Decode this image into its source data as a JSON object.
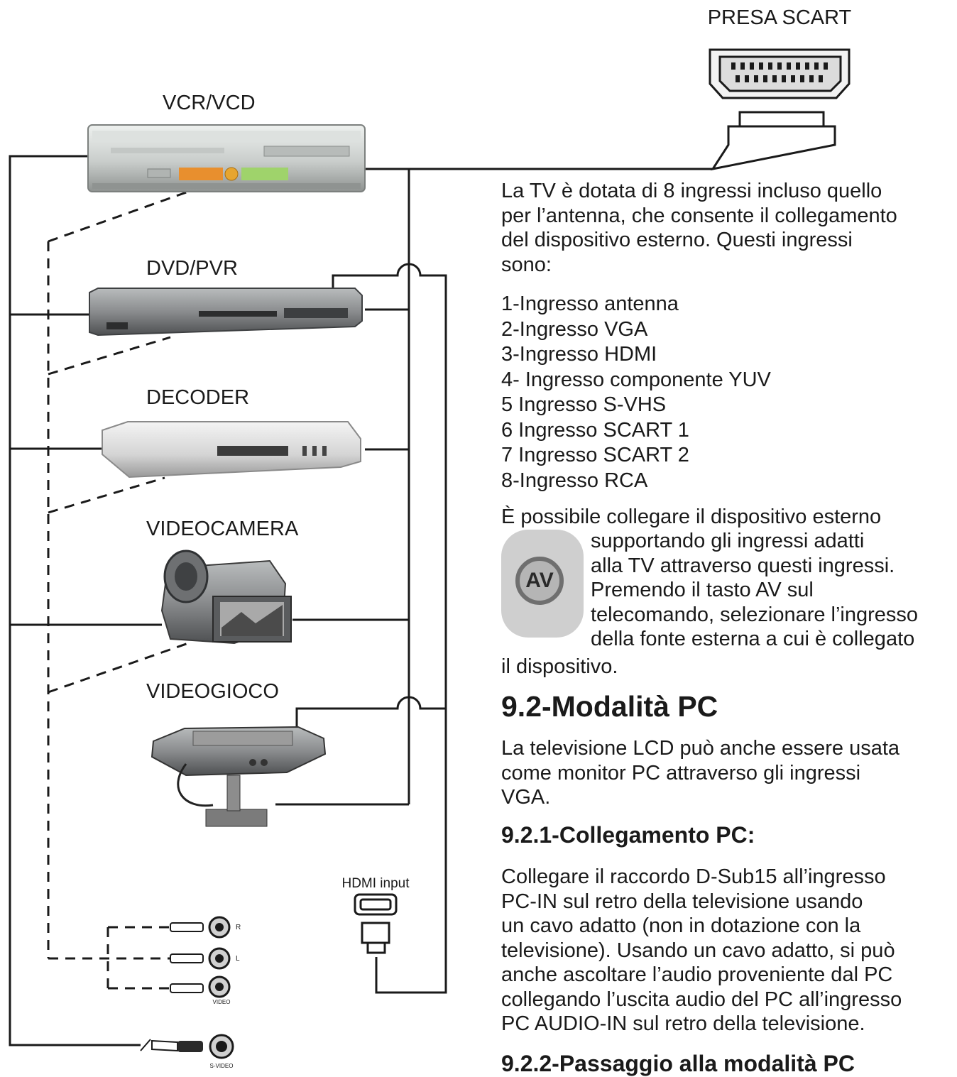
{
  "labels": {
    "scart": "PRESA SCART",
    "vcr": "VCR/VCD",
    "dvd": "DVD/PVR",
    "decoder": "DECODER",
    "videocamera": "VIDEOCAMERA",
    "videogioco": "VIDEOGIOCO",
    "hdmi": "HDMI input",
    "jack_r": "R",
    "jack_l": "L",
    "jack_video": "VIDEO",
    "jack_svideo": "S-VIDEO"
  },
  "intro": {
    "lines": [
      "La TV è dotata di 8 ingressi incluso quello",
      "per l’antenna, che consente il collegamento",
      "del dispositivo esterno.  Questi ingressi",
      "sono:"
    ]
  },
  "inputs": [
    "1-Ingresso antenna",
    "2-Ingresso VGA",
    "3-Ingresso HDMI",
    "4- Ingresso componente YUV",
    "5 Ingresso S-VHS",
    "6 Ingresso SCART 1",
    "7 Ingresso SCART 2",
    "8-Ingresso RCA"
  ],
  "av_button": {
    "label": "AV"
  },
  "av_text": {
    "first": "È possibile collegare il dispositivo esterno",
    "wrapped": [
      "supportando gli ingressi adatti",
      "alla TV attraverso questi ingressi.",
      "Premendo il tasto AV sul",
      "telecomando, selezionare l’ingresso",
      "della fonte esterna a cui è collegato"
    ],
    "last": "il dispositivo."
  },
  "section_pc": {
    "title": "9.2-Modalità PC",
    "lines": [
      "La televisione LCD può anche essere usata",
      "come monitor PC attraverso gli ingressi",
      "VGA."
    ]
  },
  "section_conn": {
    "title": "9.2.1-Collegamento PC:",
    "lines": [
      "Collegare il raccordo D-Sub15 all’ingresso",
      "PC-IN sul retro della televisione usando",
      "un cavo adatto (non in dotazione con la",
      "televisione). Usando un cavo adatto, si può",
      "anche ascoltare l’audio proveniente dal PC",
      "collegando l’uscita audio del PC all’ingresso",
      "PC AUDIO-IN sul retro della televisione."
    ]
  },
  "section_switch": {
    "title": "9.2.2-Passaggio alla modalità PC"
  }
}
